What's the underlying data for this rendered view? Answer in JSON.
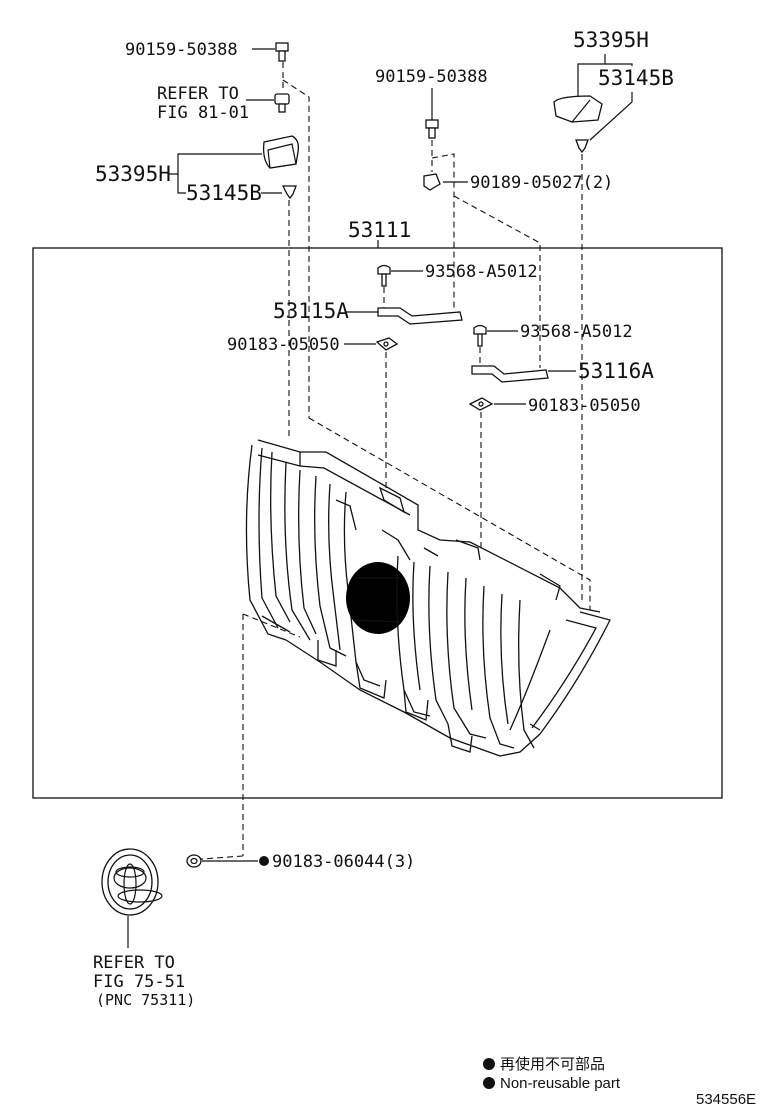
{
  "callouts": {
    "bolt_left": "90159-50388",
    "refer_fig81_line1": "REFER TO",
    "refer_fig81_line2": "FIG 81-01",
    "bracket_left_main": "53395H",
    "bracket_left_sub": "53145B",
    "bolt_center": "90159-50388",
    "bracket_right_main": "53395H",
    "bracket_right_sub": "53145B",
    "nut_top": "90189-05027(2)",
    "grille": "53111",
    "screw_left": "93568-A5012",
    "bracket_53115a": "53115A",
    "clip_left": "90183-05050",
    "screw_right": "93568-A5012",
    "bracket_53116a": "53116A",
    "clip_right": "90183-05050",
    "clip_emblem": "90183-06044(3)",
    "refer_fig75_line1": "REFER TO",
    "refer_fig75_line2": "FIG 75-51",
    "refer_fig75_line3": "(PNC 75311)"
  },
  "legend": {
    "japanese": "再使用不可部品",
    "english": "Non-reusable part"
  },
  "figure_id": "534556E",
  "icons": [
    "bolt-icon",
    "clip-icon",
    "nut-icon",
    "emblem-icon",
    "non-reusable-dot-icon"
  ]
}
